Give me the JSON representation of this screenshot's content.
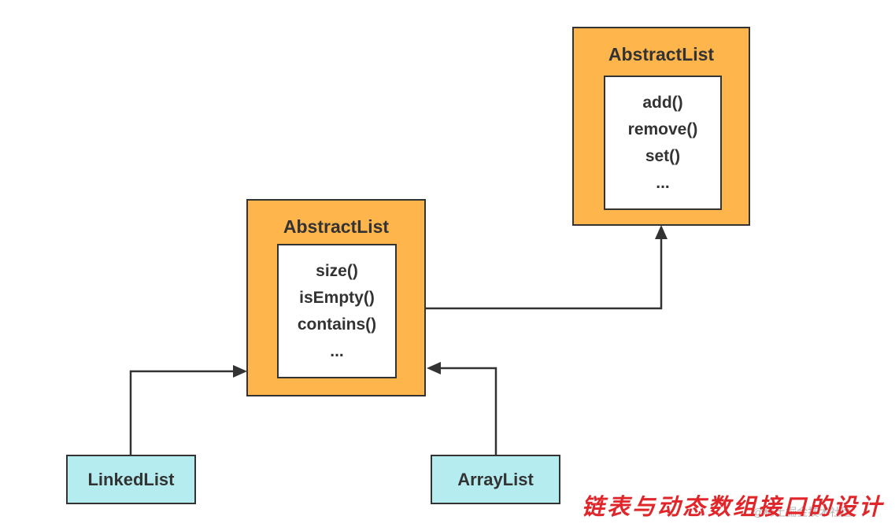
{
  "top_node": {
    "title": "AbstractList",
    "methods": [
      "add()",
      "remove()",
      "set()",
      "..."
    ]
  },
  "middle_node": {
    "title": "AbstractList",
    "methods": [
      "size()",
      "isEmpty()",
      "contains()",
      "..."
    ]
  },
  "leaf_left": {
    "label": "LinkedList"
  },
  "leaf_right": {
    "label": "ArrayList"
  },
  "caption": "链表与动态数组接口的设计",
  "watermark": "@稀土掘金技术社区",
  "colors": {
    "node_fill": "#fdb54c",
    "leaf_fill": "#b5ecf0",
    "stroke": "#333333",
    "caption": "#e0262a"
  }
}
